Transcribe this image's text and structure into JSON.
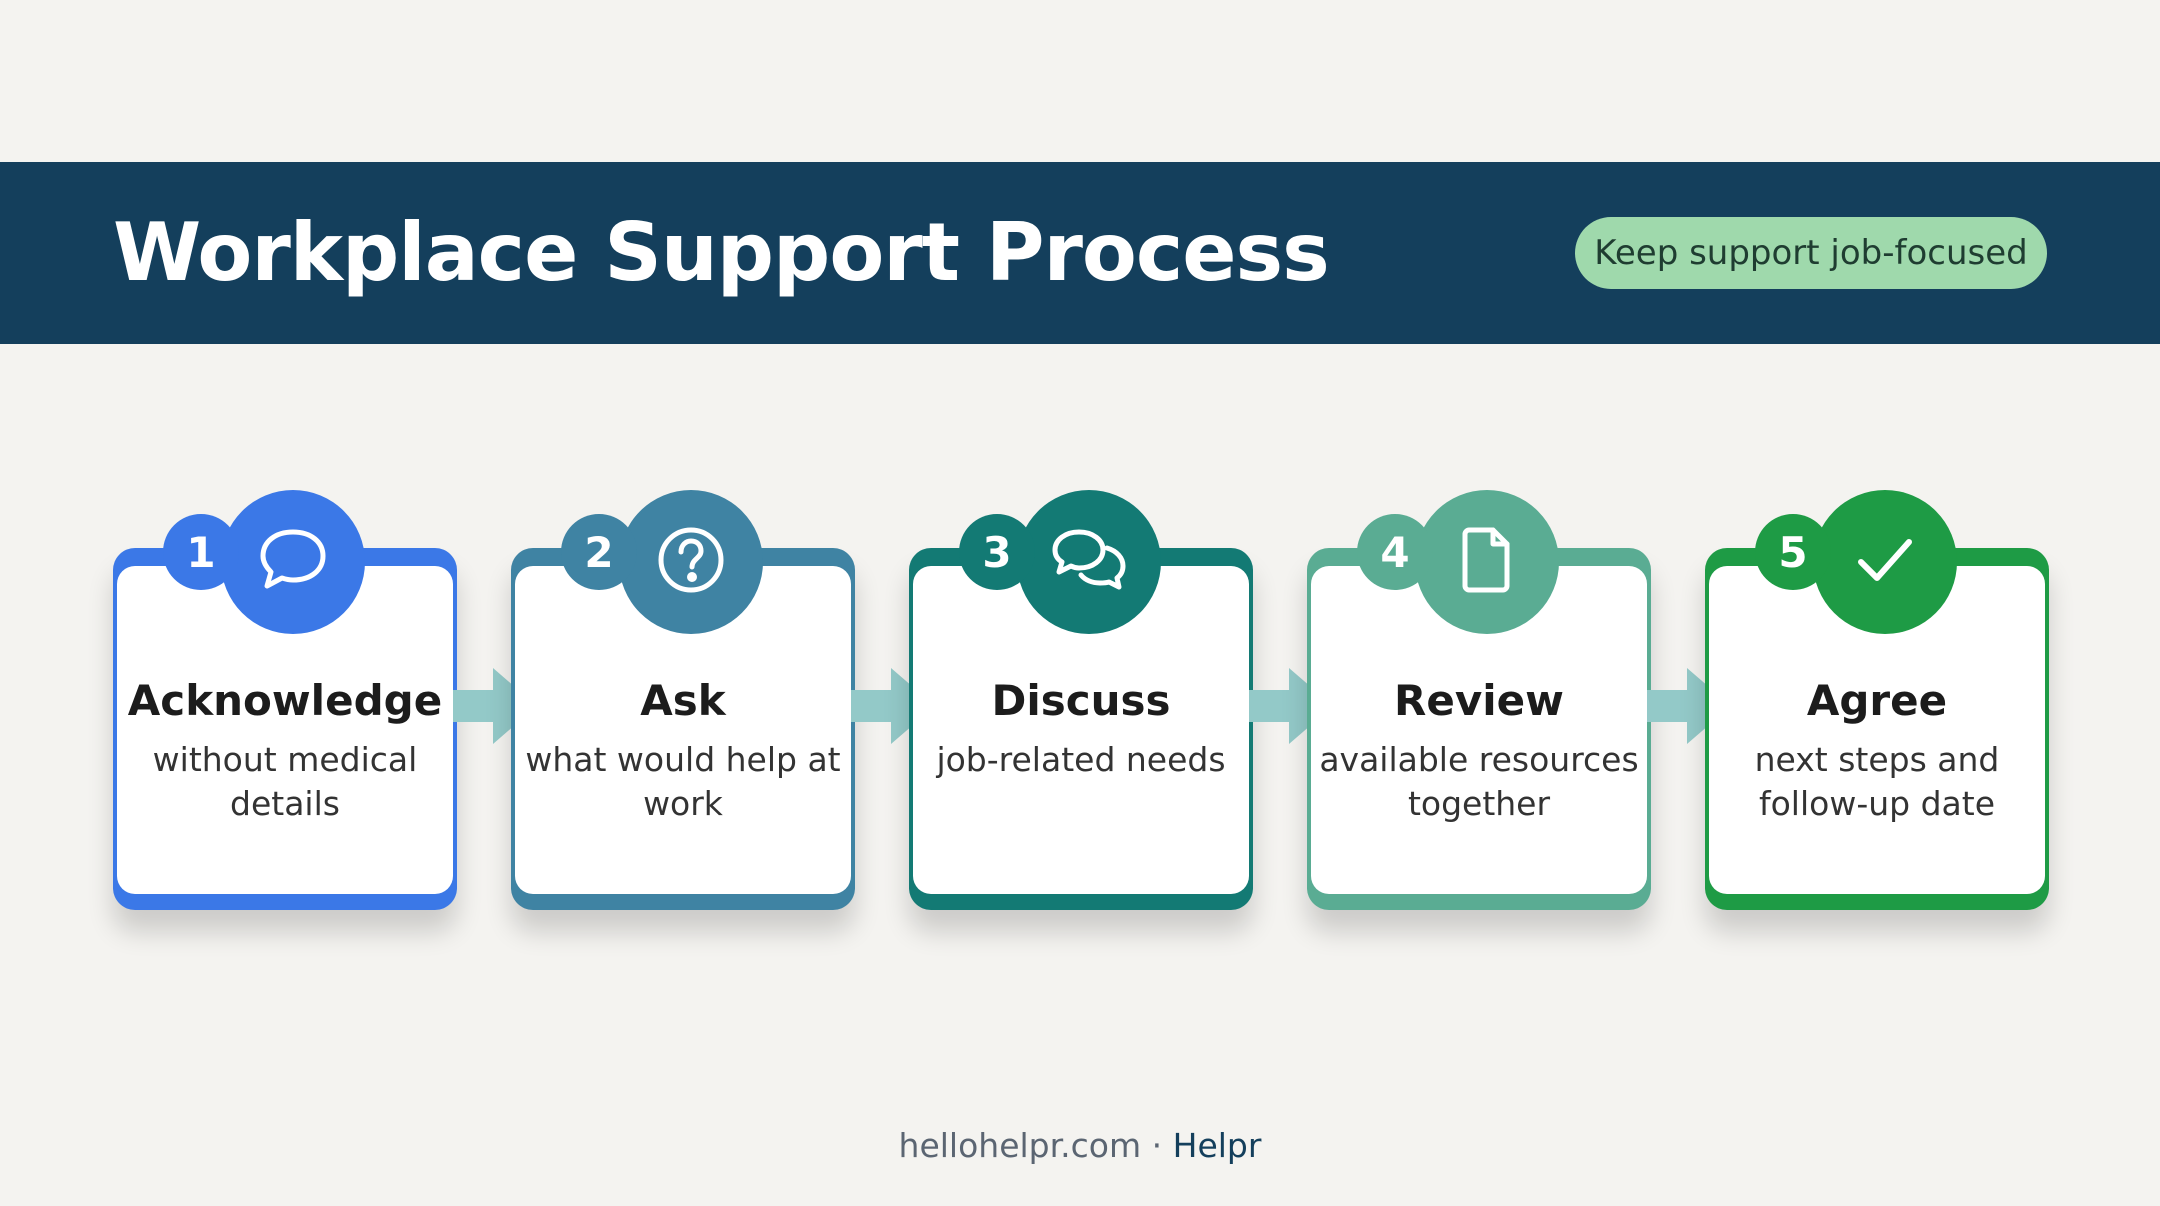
{
  "header": {
    "title": "Workplace Support Process",
    "tagline": "Keep support job-focused"
  },
  "steps": [
    {
      "number": "1",
      "title": "Acknowledge",
      "description": "without medical details",
      "icon": "speech-bubble-icon",
      "color": "#3b78e7"
    },
    {
      "number": "2",
      "title": "Ask",
      "description": "what would help at work",
      "icon": "question-circle-icon",
      "color": "#3f83a3"
    },
    {
      "number": "3",
      "title": "Discuss",
      "description": "job-related needs",
      "icon": "two-speech-bubbles-icon",
      "color": "#137a74"
    },
    {
      "number": "4",
      "title": "Review",
      "description": "available resources together",
      "icon": "document-icon",
      "color": "#5aac93"
    },
    {
      "number": "5",
      "title": "Agree",
      "description": "next steps and follow-up date",
      "icon": "checkmark-icon",
      "color": "#1e9b45"
    }
  ],
  "arrow_color": "#93c9c8",
  "footer": {
    "site": "hellohelpr.com",
    "separator": " · ",
    "brand": "Helpr"
  }
}
